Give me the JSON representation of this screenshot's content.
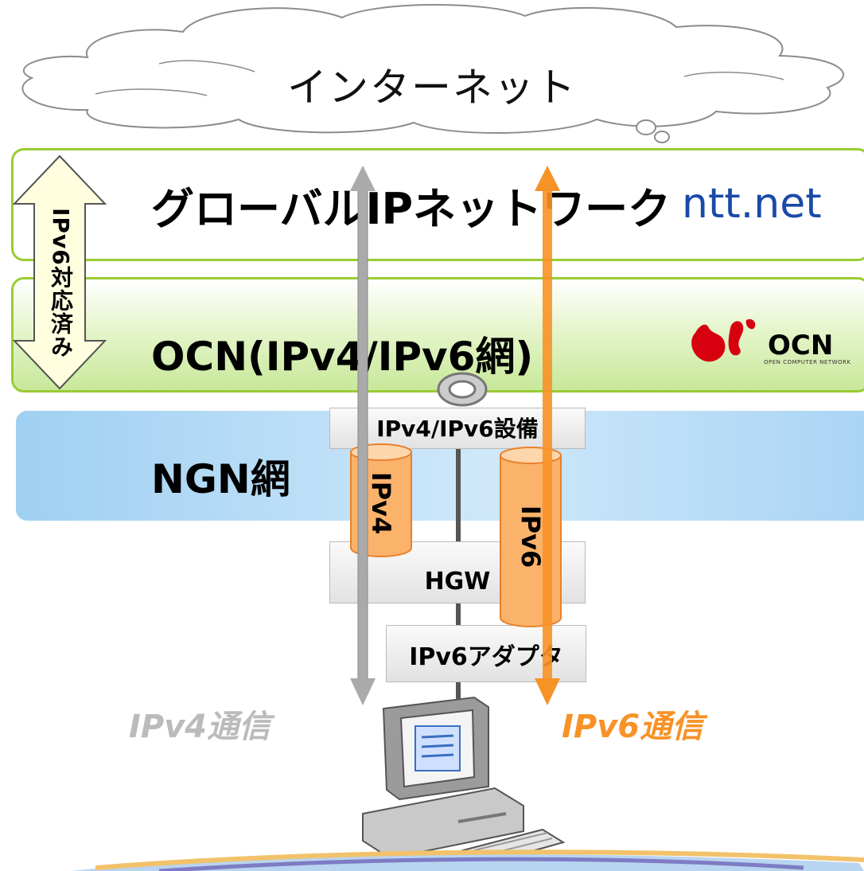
{
  "cloud": {
    "title": "インターネット"
  },
  "layers": {
    "global": {
      "title": "グローバルIPネットワーク",
      "logo": "ntt.net"
    },
    "ocn": {
      "title": "OCN(IPv4/IPv6網)",
      "logo": "OCN",
      "logo_sub": "OPEN COMPUTER NETWORK"
    },
    "ngn": {
      "title": "NGN網"
    }
  },
  "side_label": "IPv6対応済み",
  "devices": {
    "v4v6_equipment": "IPv4/IPv6設備",
    "hgw": "HGW",
    "adapter": "IPv6アダプタ"
  },
  "tunnels": {
    "ipv4": "IPv4",
    "ipv6": "IPv6"
  },
  "paths": {
    "ipv4": "IPv4通信",
    "ipv6": "IPv6通信"
  },
  "colors": {
    "band_green": "#99cc33",
    "ngn_blue": "#9fd0f2",
    "ipv4_gray": "#aaaaaa",
    "ipv6_orange": "#f79227",
    "tunnel_fill": "#fbb26a"
  }
}
